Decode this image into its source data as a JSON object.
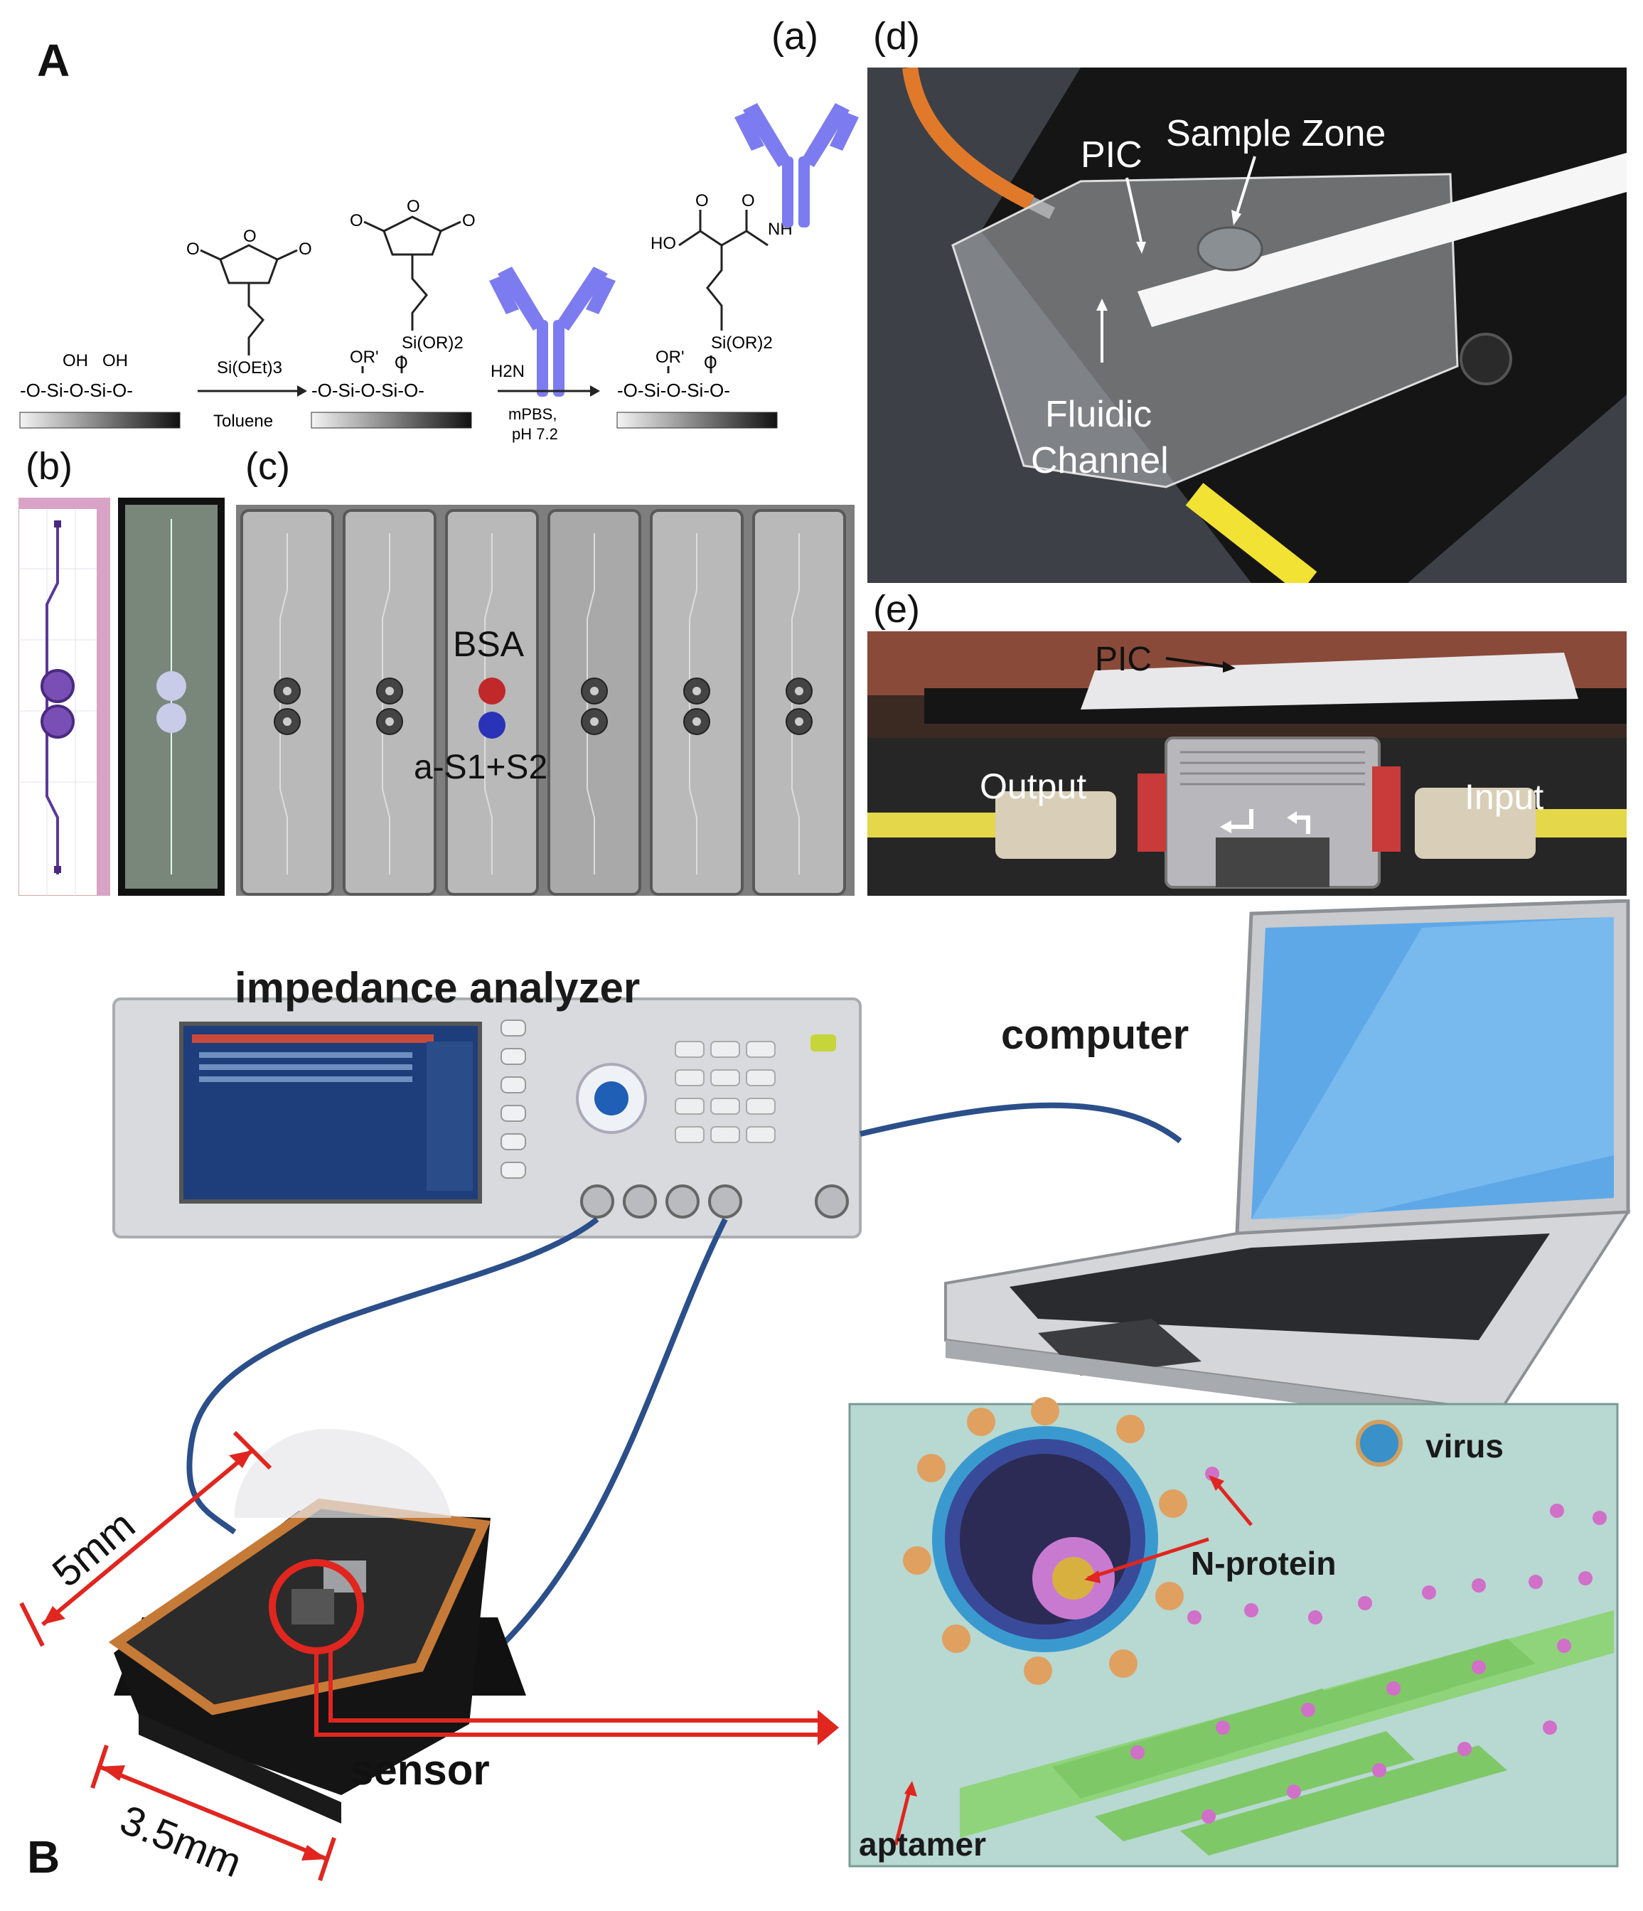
{
  "panel_labels": {
    "A": "A",
    "B": "B",
    "a": "(a)",
    "b": "(b)",
    "c": "(c)",
    "d": "(d)",
    "e": "(e)"
  },
  "chemistry": {
    "surface_groups_1": "OH   OH",
    "surface_chain_1": "-O-Si-O-Si-O-",
    "reagent_1": "Si(OEt)3",
    "solvent_1": "Toluene",
    "anchor_2": "Si(OR)2",
    "or_group": "OR'",
    "o_atom": "O",
    "surface_chain_2": "-O-Si-O-Si-O-",
    "amine": "H2N",
    "buffer_1": "mPBS,",
    "buffer_2": "pH 7.2",
    "acid": "HO",
    "amide": "NH",
    "anchor_3": "Si(OR)2",
    "surface_chain_3": "-O-Si-O-Si-O-"
  },
  "panel_c": {
    "spot_top": "BSA",
    "spot_bottom": "a-S1+S2",
    "colors": {
      "bsa": "#c0282a",
      "antibody": "#2a32b8"
    }
  },
  "panel_d": {
    "pic": "PIC",
    "sample_zone": "Sample Zone",
    "fluidic_1": "Fluidic",
    "fluidic_2": "Channel"
  },
  "panel_e": {
    "pic": "PIC",
    "output": "Output",
    "input": "Input"
  },
  "panel_B": {
    "analyzer": "impedance analyzer",
    "computer": "computer",
    "sensor": "sensor",
    "dim_5": "5mm",
    "dim_35": "3.5mm",
    "virus": "virus",
    "nprotein": "N-protein",
    "aptamer": "aptamer"
  },
  "colors": {
    "antibody": "#7c7cf0",
    "cable": "#2b4f8a",
    "red": "#e0261f",
    "electrode": "#8fd47a",
    "bio_bg": "#b8d8d2"
  }
}
